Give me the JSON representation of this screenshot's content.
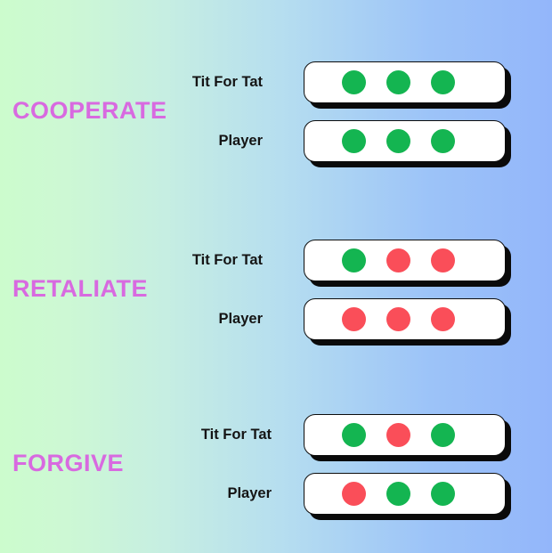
{
  "colors": {
    "background_left": "#ccfccd",
    "background_right": "#93b6fa",
    "title": "#d86ae0",
    "cooperate_dot": "#14b551",
    "defect_dot": "#fa4e59",
    "card_background": "#ffffff",
    "card_border": "#0d0d0d",
    "label_text": "#141414"
  },
  "sections": [
    {
      "title": "COOPERATE",
      "rows": [
        {
          "label": "Tit For Tat",
          "moves": [
            "cooperate",
            "cooperate",
            "cooperate"
          ]
        },
        {
          "label": "Player",
          "moves": [
            "cooperate",
            "cooperate",
            "cooperate"
          ]
        }
      ]
    },
    {
      "title": "RETALIATE",
      "rows": [
        {
          "label": "Tit For Tat",
          "moves": [
            "cooperate",
            "defect",
            "defect"
          ]
        },
        {
          "label": "Player",
          "moves": [
            "defect",
            "defect",
            "defect"
          ]
        }
      ]
    },
    {
      "title": "FORGIVE",
      "rows": [
        {
          "label": "Tit For Tat",
          "moves": [
            "cooperate",
            "defect",
            "cooperate"
          ]
        },
        {
          "label": "Player",
          "moves": [
            "defect",
            "cooperate",
            "cooperate"
          ]
        }
      ]
    }
  ]
}
